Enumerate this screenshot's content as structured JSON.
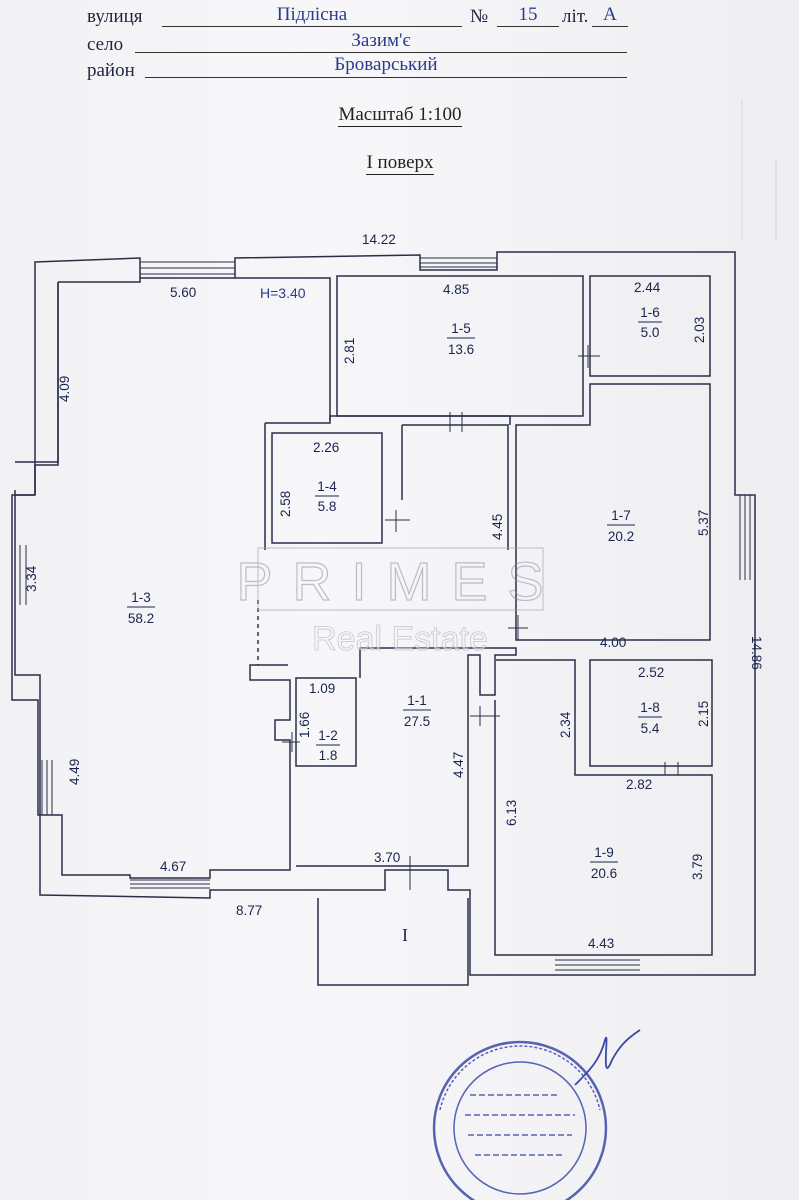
{
  "header": {
    "street_label": "вулиця",
    "street_value": "Підлісна",
    "number_label": "№",
    "number_value": "15",
    "letter_label": "літ.",
    "letter_value": "А",
    "village_label": "село",
    "village_value": "Зазим'є",
    "district_label": "район",
    "district_value": "Броварський"
  },
  "scale": "Масштаб 1:100",
  "floor": "I поверх",
  "height_label": "H=3.40",
  "dimensions": {
    "top_total": "14.22",
    "right_total": "14.86",
    "r13_top": "5.60",
    "r13_left": "4.09",
    "r13_mid": "3.34",
    "r13_low": "4.49",
    "r13_bottom": "4.67",
    "bottom_total": "8.77",
    "r15_top": "4.85",
    "r15_left": "2.81",
    "r16_top": "2.44",
    "r16_right": "2.03",
    "r14_top": "2.26",
    "r14_left": "2.58",
    "corr_445": "4.45",
    "r17_right": "5.37",
    "r17_bottom": "4.00",
    "r18_top": "2.52",
    "r18_right": "2.15",
    "r18_bottom": "2.82",
    "r19_left_top": "2.34",
    "r19_left": "6.13",
    "r19_right": "3.79",
    "r19_bottom": "4.43",
    "r12_top": "1.09",
    "r12_left": "1.66",
    "r11_right": "4.47",
    "r11_bottom": "3.70"
  },
  "rooms": [
    {
      "id": "1-1",
      "area": "27.5"
    },
    {
      "id": "1-2",
      "area": "1.8"
    },
    {
      "id": "1-3",
      "area": "58.2"
    },
    {
      "id": "1-4",
      "area": "5.8"
    },
    {
      "id": "1-5",
      "area": "13.6"
    },
    {
      "id": "1-6",
      "area": "5.0"
    },
    {
      "id": "1-7",
      "area": "20.2"
    },
    {
      "id": "1-8",
      "area": "5.4"
    },
    {
      "id": "1-9",
      "area": "20.6"
    }
  ],
  "porch_label": "I",
  "watermark": {
    "brand": "PRIMES",
    "sub": "Real Estate"
  },
  "colors": {
    "ink": "#1b2450",
    "stamp": "#3b4aa8",
    "paper": "#f4f4f6"
  }
}
